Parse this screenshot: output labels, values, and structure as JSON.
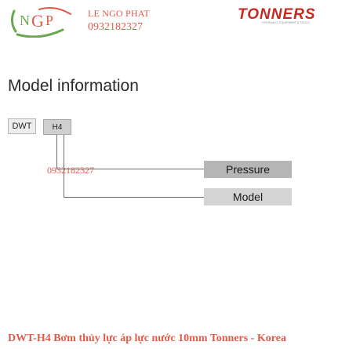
{
  "dealer": {
    "logo_text": "NGP",
    "name": "LE NGO PHAT",
    "phone": "0932182327"
  },
  "brand": {
    "name": "TONNERS",
    "tagline": "HYDRAULIC EQUIPMENT & TOOLS"
  },
  "heading": "Model information",
  "diagram": {
    "dwt_label": "DWT",
    "h4_label": "H4",
    "pressure_label": "Pressure",
    "model_label": "Model",
    "watermark_phone": "0932182327"
  },
  "caption": "DWT-H4 Bơm thủy lực áp lực nước 10mm Tonners - Korea",
  "colors": {
    "accent_red": "#e15a4a",
    "brand_red": "#c42a22"
  }
}
